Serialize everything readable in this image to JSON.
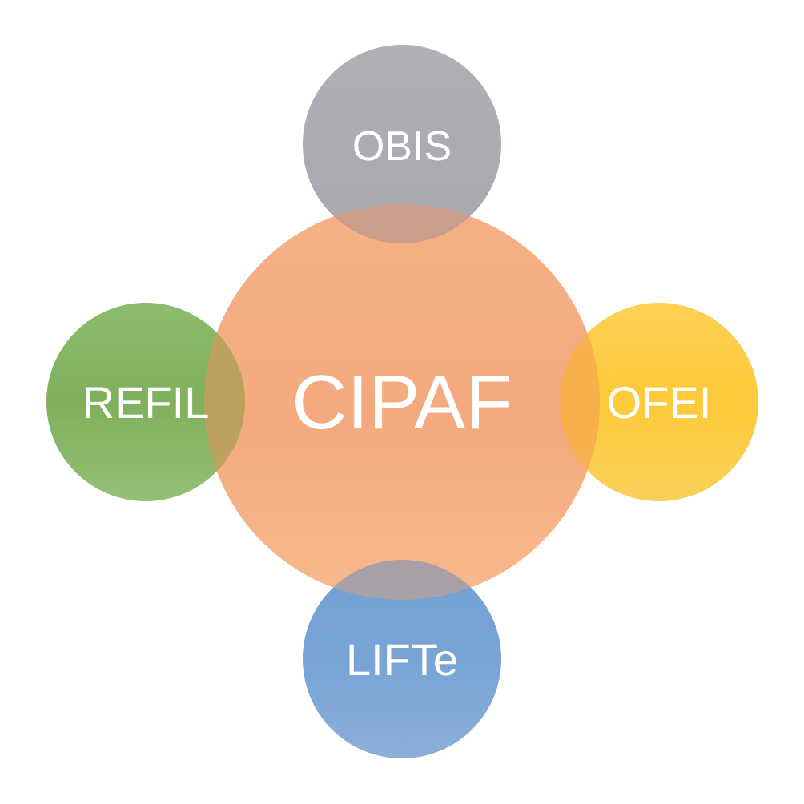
{
  "diagram": {
    "center": {
      "label": "CIPAF",
      "color": "#F4A06F"
    },
    "nodes": {
      "top": {
        "label": "OBIS",
        "color": "#BDBDBD"
      },
      "left": {
        "label": "REFIL",
        "color": "#8DC16E"
      },
      "right": {
        "label": "OFEI",
        "color": "#FDCF47"
      },
      "bottom": {
        "label": "LIFTe",
        "color": "#7EB0E0"
      }
    }
  }
}
